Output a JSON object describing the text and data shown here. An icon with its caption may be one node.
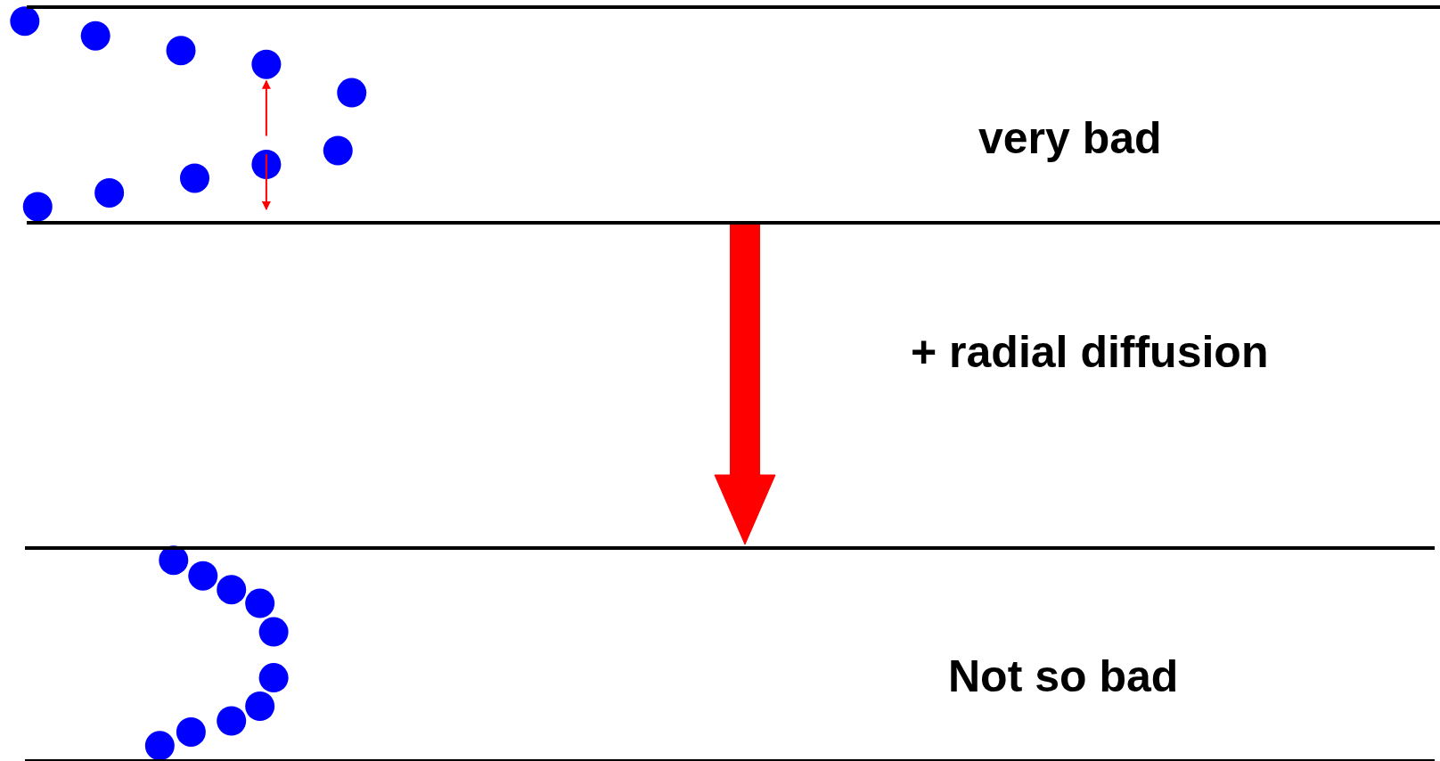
{
  "diagram": {
    "nodes": [
      {
        "text": [
          "very bad"
        ]
      },
      {
        "text": [
          "Not so bad"
        ]
      }
    ],
    "edges": [
      {
        "from": 0,
        "to": 1,
        "arrow": "to",
        "label": "+ radial diffusion",
        "style": "thick",
        "color": "#ff0000"
      }
    ]
  }
}
